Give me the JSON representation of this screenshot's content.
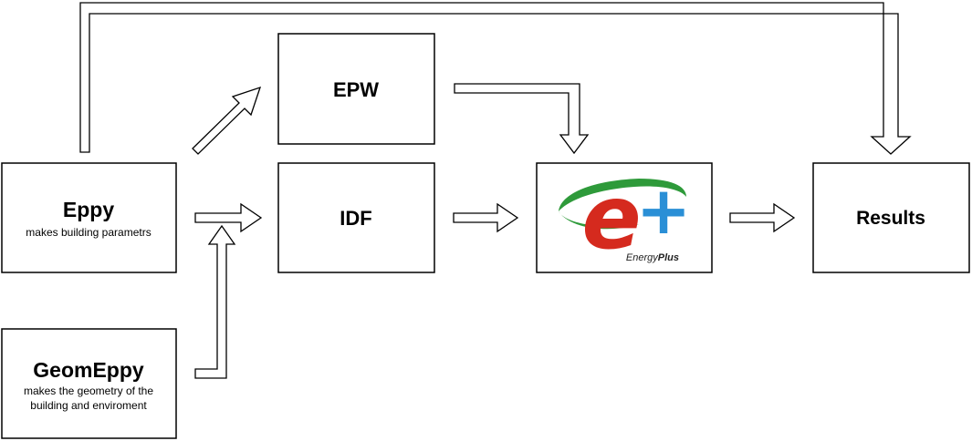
{
  "nodes": {
    "eppy": {
      "title": "Eppy",
      "subtitle": "makes building parametrs"
    },
    "geomeppy": {
      "title": "GeomEppy",
      "subtitle_line1": "makes the geometry of the",
      "subtitle_line2": "building and enviroment"
    },
    "epw": {
      "title": "EPW"
    },
    "idf": {
      "title": "IDF"
    },
    "energyplus": {
      "logo_letter": "e",
      "logo_plus": "+",
      "caption_light": "Energy",
      "caption_bold": "Plus"
    },
    "results": {
      "title": "Results"
    }
  },
  "icons": [
    "energyplus-logo-icon"
  ],
  "colors": {
    "logo_red": "#d52a1e",
    "logo_green": "#2e9a3a",
    "logo_blue": "#2a8fd6"
  }
}
